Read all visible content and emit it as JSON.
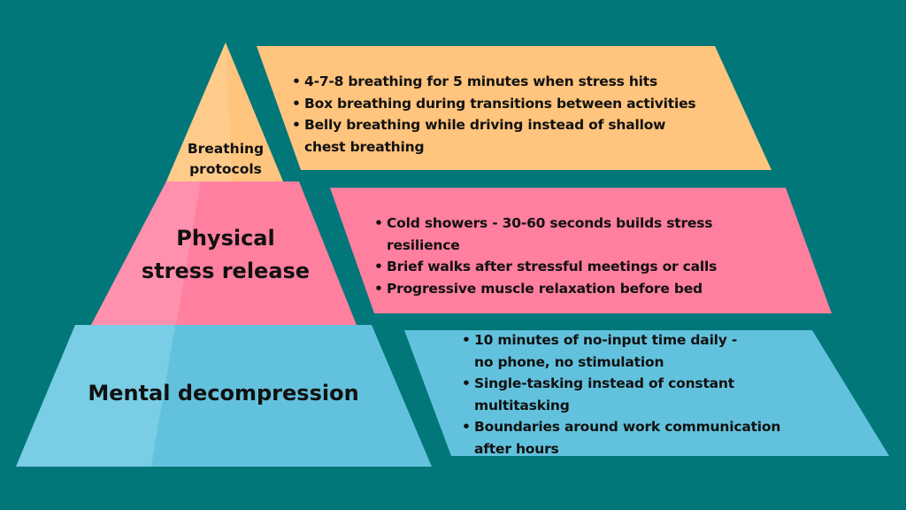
{
  "colors": {
    "background": "#01777A",
    "top_tier": "#FFC47D",
    "top_tier_light": "#FFCB8A",
    "middle_tier": "#FF7F9F",
    "middle_tier_light": "#FF90AE",
    "bottom_tier": "#62C2DD",
    "bottom_tier_light": "#79CDE5"
  },
  "pyramid": {
    "tiers": [
      {
        "label": "Breathing protocols",
        "label_lines": [
          "Breathing",
          "protocols"
        ],
        "items": [
          "4-7-8 breathing for 5 minutes when stress hits",
          "Box breathing during transitions between activities",
          "Belly breathing while driving instead of shallow chest breathing"
        ]
      },
      {
        "label": "Physical stress release",
        "label_lines": [
          "Physical",
          "stress release"
        ],
        "items": [
          "Cold showers - 30-60 seconds builds stress resilience",
          "Brief walks after stressful meetings or calls",
          "Progressive muscle relaxation before bed"
        ]
      },
      {
        "label": "Mental decompression",
        "label_lines": [
          "Mental decompression"
        ],
        "items": [
          "10 minutes of no-input time daily - no phone, no stimulation",
          "Single-tasking instead of constant multitasking",
          "Boundaries around work communication after hours"
        ]
      }
    ]
  }
}
